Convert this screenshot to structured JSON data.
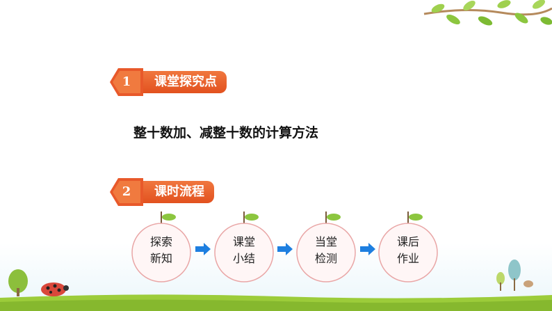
{
  "section1": {
    "number": "1",
    "title": "课堂探究点"
  },
  "topic": "整十数加、减整十数的计算方法",
  "section2": {
    "number": "2",
    "title": "课时流程"
  },
  "steps": [
    {
      "line1": "探索",
      "line2": "新知"
    },
    {
      "line1": "课堂",
      "line2": "小结"
    },
    {
      "line1": "当堂",
      "line2": "检测"
    },
    {
      "line1": "课后",
      "line2": "作业"
    }
  ],
  "colors": {
    "heading": "#e8592a",
    "arrow": "#1e7fe0",
    "peach_border": "#e9a6a6",
    "grass": "#9ccc3a"
  }
}
